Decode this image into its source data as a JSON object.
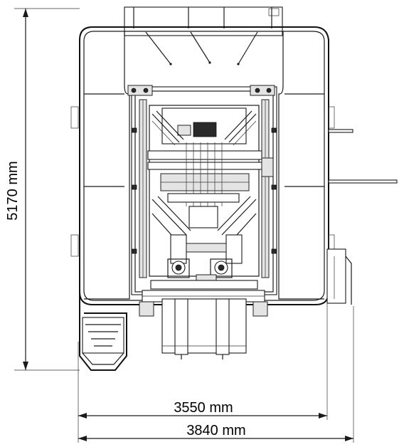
{
  "dimensions": {
    "height_label": "5170 mm",
    "width_inner_label": "3550 mm",
    "width_outer_label": "3840 mm"
  },
  "colors": {
    "line": "#1a1a1a",
    "background": "#ffffff"
  }
}
